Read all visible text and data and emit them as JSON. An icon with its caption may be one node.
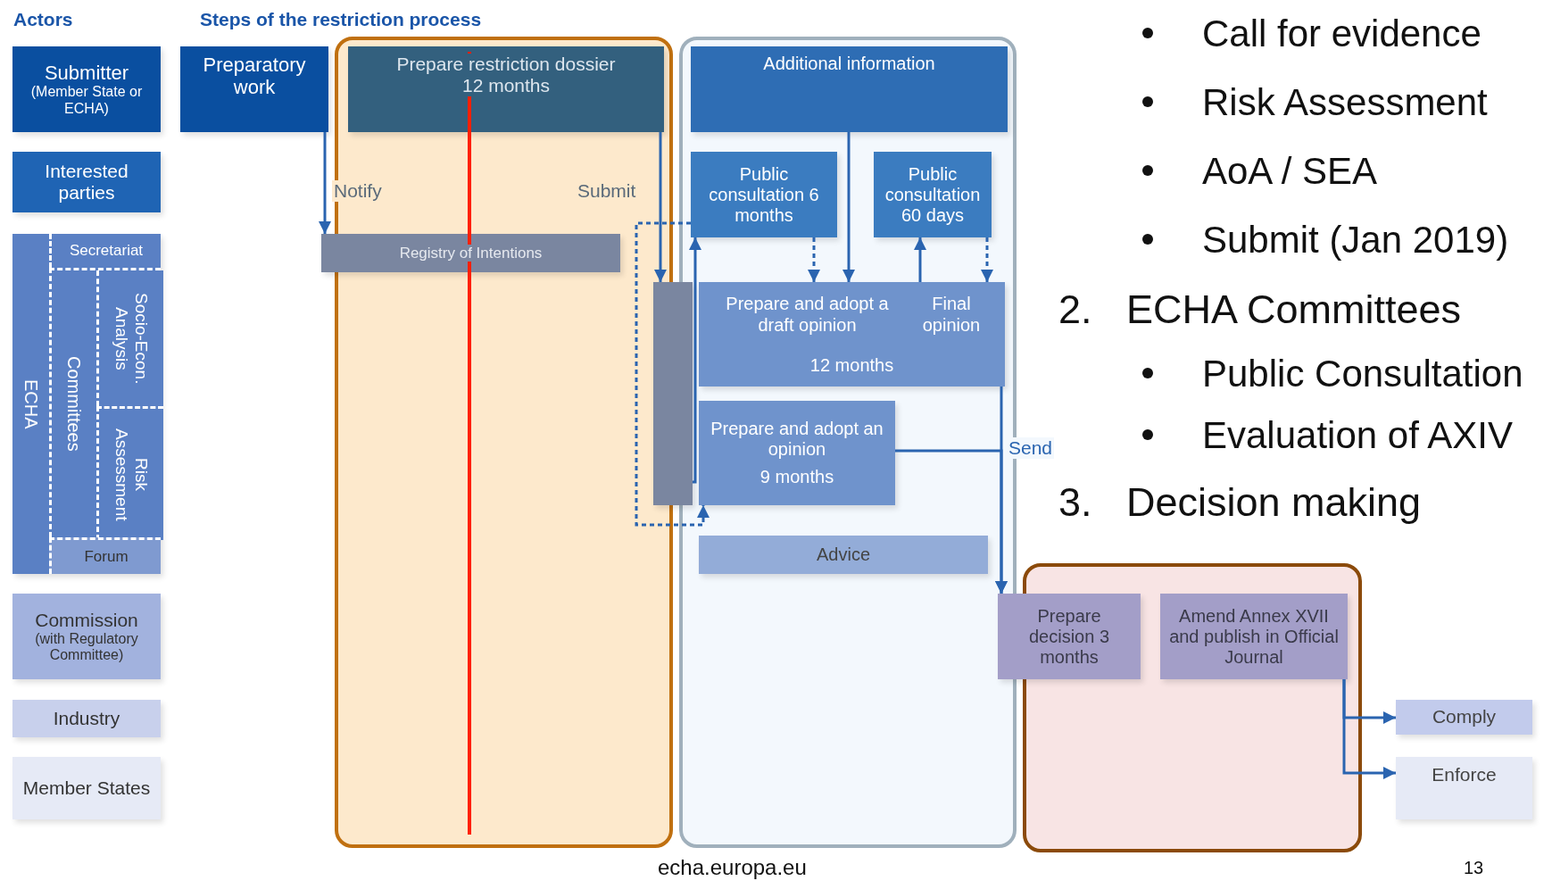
{
  "diagram": {
    "nodes": [
      {
        "text": [
          "Submitter",
          "(Member State or ECHA)"
        ]
      },
      {
        "text": [
          "Interested parties"
        ]
      },
      {
        "text": [
          "ECHA"
        ]
      },
      {
        "text": [
          "Secretariat"
        ],
        "in": 2
      },
      {
        "text": [
          "Committees"
        ],
        "in": 2
      },
      {
        "text": [
          "Socio-Econ. Analysis"
        ],
        "in": 4
      },
      {
        "text": [
          "Risk Assessment"
        ],
        "in": 4
      },
      {
        "text": [
          "Forum"
        ],
        "in": 2
      },
      {
        "text": [
          "Commission",
          "(with Regulatory Committee)"
        ]
      },
      {
        "text": [
          "Industry"
        ]
      },
      {
        "text": [
          "Member States"
        ]
      },
      {
        "text": [
          "Preparatory work"
        ]
      },
      {
        "text": [
          "Prepare restriction dossier 12 months"
        ]
      },
      {
        "text": [
          "Registry of Intentions"
        ]
      },
      {
        "text": [],
        "shape": "bar"
      },
      {
        "text": [
          "Additional information"
        ]
      },
      {
        "text": [
          "Public consultation 6 months"
        ]
      },
      {
        "text": [
          "Public consultation 60 days"
        ]
      },
      {
        "text": [
          "Prepare and adopt a draft opinion",
          "Final opinion",
          "12 months"
        ]
      },
      {
        "text": [
          "Prepare and adopt an opinion",
          "9 months"
        ]
      },
      {
        "text": [
          "Advice"
        ]
      },
      {
        "text": [
          "Prepare decision 3 months"
        ]
      },
      {
        "text": [
          "Amend Annex XVII and publish in Official Journal"
        ]
      },
      {
        "text": [
          "Comply"
        ]
      },
      {
        "text": [
          "Enforce"
        ]
      }
    ],
    "edges": [
      {
        "from": 11,
        "to": 13,
        "arrow": "to",
        "label": "Notify"
      },
      {
        "from": 12,
        "to": 14,
        "arrow": "to",
        "label": "Submit"
      },
      {
        "from": 15,
        "to": 18,
        "arrow": "to"
      },
      {
        "from": 16,
        "to": 18,
        "arrow": "to",
        "style": "dashed"
      },
      {
        "from": 18,
        "to": 17,
        "arrow": "to"
      },
      {
        "from": 17,
        "to": 18,
        "arrow": "to",
        "style": "dashed"
      },
      {
        "from": 14,
        "to": 16,
        "arrow": "to"
      },
      {
        "from": 16,
        "to": 19,
        "arrow": "to",
        "style": "dashed"
      },
      {
        "from": 18,
        "to": 21,
        "arrow": "to",
        "label": "Send"
      },
      {
        "from": 19,
        "to": 21,
        "arrow": "to"
      },
      {
        "from": 22,
        "to": 23,
        "arrow": "to"
      },
      {
        "from": 22,
        "to": 24,
        "arrow": "to"
      }
    ],
    "labels": [
      "Actors",
      "Steps of the restriction process",
      "Call for evidence",
      "Risk Assessment",
      "AoA / SEA",
      "Submit (Jan 2019)",
      "2.",
      "ECHA Committees",
      "Public Consultation",
      "Evaluation of AXIV",
      "3.",
      "Decision making",
      "echa.europa.eu",
      "13"
    ]
  }
}
